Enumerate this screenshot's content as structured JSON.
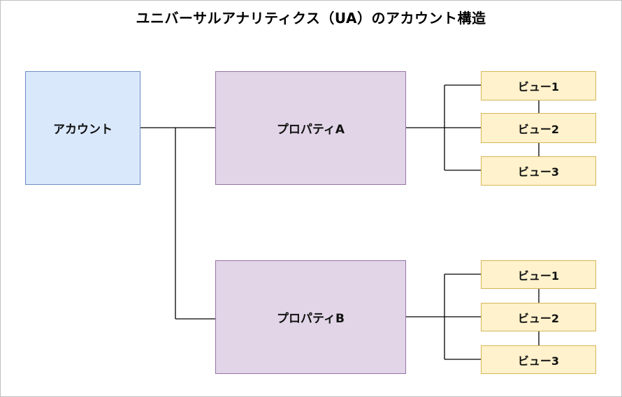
{
  "title": "ユニバーサルアナリティクス（UA）のアカウント構造",
  "account": {
    "label": "アカウント"
  },
  "properties": [
    {
      "label": "プロパティA",
      "views": [
        "ビュー1",
        "ビュー2",
        "ビュー3"
      ]
    },
    {
      "label": "プロパティB",
      "views": [
        "ビュー1",
        "ビュー2",
        "ビュー3"
      ]
    }
  ],
  "colors": {
    "account_fill": "#dae8fc",
    "account_border": "#6c8ebf",
    "property_fill": "#e1d5e7",
    "property_border": "#9673a6",
    "view_fill": "#fff2cc",
    "view_border": "#d6b656",
    "connector": "#000000"
  }
}
